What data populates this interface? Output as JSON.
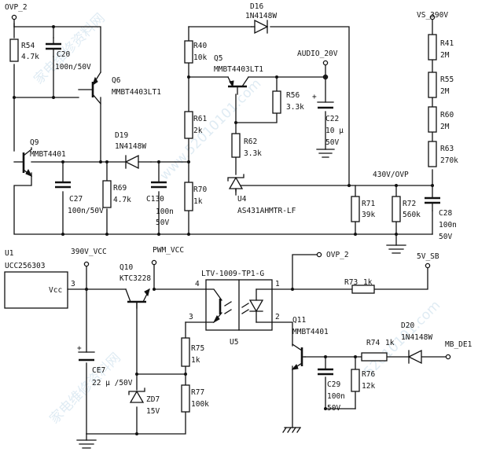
{
  "watermarks": [
    "家电维修资料网",
    "www.52010101.com",
    "家电维修资料网",
    "52010101.com"
  ],
  "nets": {
    "ovp2_top": "OVP_2",
    "vs390": "VS_390V",
    "audio20": "AUDIO_20V",
    "ovp430": "430V/OVP",
    "vcc390": "390V_VCC",
    "pwmvcc": "PWM_VCC",
    "ovp2_out": "OVP_2",
    "sb5v": "5V_SB",
    "mbde1": "MB_DE1"
  },
  "parts": {
    "r54": {
      "ref": "R54",
      "val": "4.7k"
    },
    "c20": {
      "ref": "C20",
      "val": "100n/50V"
    },
    "q6": {
      "ref": "Q6",
      "val": "MMBT4403LT1"
    },
    "d16": {
      "ref": "D16",
      "val": "1N4148W"
    },
    "r40": {
      "ref": "R40",
      "val": "10k"
    },
    "q5": {
      "ref": "Q5",
      "val": "MMBT4403LT1"
    },
    "r56": {
      "ref": "R56",
      "val": "3.3k"
    },
    "c22": {
      "ref": "C22",
      "val1": "10 μ",
      "val2": "50V"
    },
    "r41": {
      "ref": "R41",
      "val": "2M"
    },
    "r55": {
      "ref": "R55",
      "val": "2M"
    },
    "r60": {
      "ref": "R60",
      "val": "2M"
    },
    "r63": {
      "ref": "R63",
      "val": "270k"
    },
    "q9": {
      "ref": "Q9",
      "val": "MMBT4401"
    },
    "d19": {
      "ref": "D19",
      "val": "1N4148W"
    },
    "r61": {
      "ref": "R61",
      "val": "2k"
    },
    "r62": {
      "ref": "R62",
      "val": "3.3k"
    },
    "c27": {
      "ref": "C27",
      "val": "100n/50V"
    },
    "r69": {
      "ref": "R69",
      "val": "4.7k"
    },
    "c130": {
      "ref": "C130",
      "val1": "100n",
      "val2": "50V"
    },
    "r70": {
      "ref": "R70",
      "val": "1k"
    },
    "u4": {
      "ref": "U4",
      "val": "AS431AHMTR-LF"
    },
    "r71": {
      "ref": "R71",
      "val": "39k"
    },
    "r72": {
      "ref": "R72",
      "val": "560k"
    },
    "c28": {
      "ref": "C28",
      "val1": "100n",
      "val2": "50V"
    },
    "u1": {
      "ref": "U1",
      "val": "UCC256303",
      "pin_name": "Vcc",
      "pin": "3"
    },
    "q10": {
      "ref": "Q10",
      "val": "KTC3228"
    },
    "u5": {
      "ref": "U5",
      "val": "LTV-1009-TP1-G",
      "p1": "1",
      "p2": "2",
      "p3": "3",
      "p4": "4"
    },
    "r73": {
      "ref": "R73",
      "val": "1k"
    },
    "r75": {
      "ref": "R75",
      "val": "1k"
    },
    "r77": {
      "ref": "R77",
      "val": "100k"
    },
    "ce7": {
      "ref": "CE7",
      "val": "22 μ /50V"
    },
    "zd7": {
      "ref": "ZD7",
      "val": "15V"
    },
    "q11": {
      "ref": "Q11",
      "val": "MMBT4401"
    },
    "r74": {
      "ref": "R74",
      "val": "1k"
    },
    "d20": {
      "ref": "D20",
      "val": "1N4148W"
    },
    "c29": {
      "ref": "C29",
      "val1": "100n",
      "val2": "50V"
    },
    "r76": {
      "ref": "R76",
      "val": "12k"
    }
  }
}
